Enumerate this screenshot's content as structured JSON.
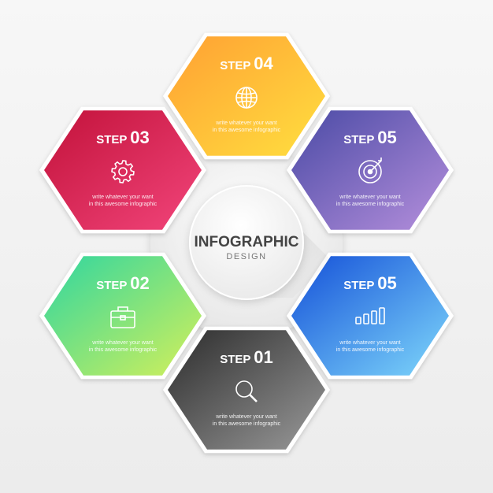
{
  "center": {
    "title": "INFOGRAPHIC",
    "subtitle": "DESIGN"
  },
  "steps": [
    {
      "id": "step-04",
      "label_word": "STEP",
      "label_number": "04",
      "icon": "globe-icon",
      "desc_line1": "write whatever your want",
      "desc_line2": "in this awesome infographic",
      "gradient": [
        "#ffa033",
        "#ffdf3f"
      ]
    },
    {
      "id": "step-05-top",
      "label_word": "STEP",
      "label_number": "05",
      "icon": "target-icon",
      "desc_line1": "write whatever your want",
      "desc_line2": "in this awesome infographic",
      "gradient": [
        "#4a4aa5",
        "#b58fdc"
      ]
    },
    {
      "id": "step-05-bottom",
      "label_word": "STEP",
      "label_number": "05",
      "icon": "bar-chart-icon",
      "desc_line1": "write whatever your want",
      "desc_line2": "in this awesome infographic",
      "gradient": [
        "#1450d8",
        "#7fd8fb"
      ]
    },
    {
      "id": "step-01",
      "label_word": "STEP",
      "label_number": "01",
      "icon": "search-icon",
      "desc_line1": "write whatever your want",
      "desc_line2": "in this awesome infographic",
      "gradient": [
        "#2c2c2c",
        "#9a9a9a"
      ]
    },
    {
      "id": "step-02",
      "label_word": "STEP",
      "label_number": "02",
      "icon": "briefcase-icon",
      "desc_line1": "write whatever your want",
      "desc_line2": "in this awesome infographic",
      "gradient": [
        "#2fd6a0",
        "#d4f05a"
      ]
    },
    {
      "id": "step-03",
      "label_word": "STEP",
      "label_number": "03",
      "icon": "gear-icon",
      "desc_line1": "write whatever your want",
      "desc_line2": "in this awesome infographic",
      "gradient": [
        "#c2123a",
        "#f2457b"
      ]
    }
  ]
}
